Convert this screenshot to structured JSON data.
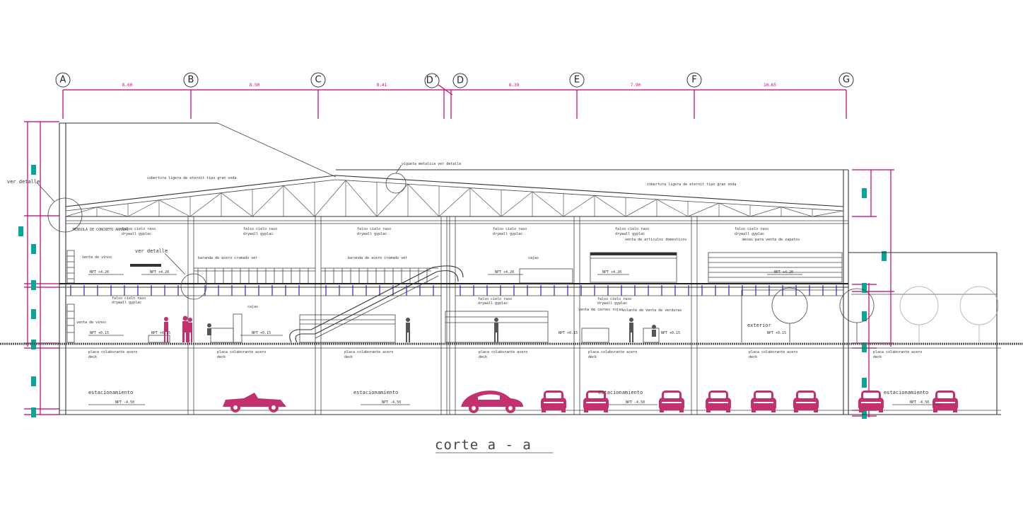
{
  "title": "corte a - a",
  "axes": [
    {
      "id": "A",
      "dim_after": "8.60"
    },
    {
      "id": "B",
      "dim_after": "8.50"
    },
    {
      "id": "C",
      "dim_after": "8.41"
    },
    {
      "id": "D´",
      "dim_after": ""
    },
    {
      "id": "D",
      "dim_after": "8.39"
    },
    {
      "id": "E",
      "dim_after": "7.90"
    },
    {
      "id": "F",
      "dim_after": "10.65"
    },
    {
      "id": "G",
      "dim_after": ""
    }
  ],
  "labels": {
    "ver_detalle_left": "ver detalle",
    "ver_detalle_mid": "ver detalle",
    "vigueta_metalica": "vigueta metalica ver detalle",
    "cobertura_left": "cobertura ligera de eternit tipo gran onda",
    "cobertura_right": "cobertura ligera de eternit tipo gran onda",
    "ménsula": "MÉNSULA DE CONCRETO ARMADO",
    "falso_cielo_1": "falso cielo raso",
    "falso_cielo_2": "falso cielo raso",
    "falso_cielo_3": "falso cielo raso",
    "falso_cielo_4": "falso cielo raso",
    "falso_cielo_5": "falso cielo raso",
    "falso_cielo_6": "falso cielo raso",
    "drywall_1": "drywall gyplac",
    "drywall_2": "drywall gyplac",
    "drywall_3": "drywall gyplac",
    "drywall_4": "drywall gyplac",
    "drywall_5": "drywall gyplac",
    "drywall_6": "drywall gyplac",
    "venta_vinos_upper": "venta de vinos",
    "venta_vinos_lower": "venta de vinos",
    "baranda_1": "baranda de acero cromado ver",
    "baranda_2": "baranda de acero cromado ver",
    "cajas_upper": "cajas",
    "cajas_lower": "cajas",
    "venta_articulos": "venta de artículos domesticos",
    "mesas": "mesas para venta de zapatos",
    "falso_cielo_lower_1": "falso cielo raso",
    "falso_cielo_lower_2": "falso cielo raso",
    "falso_cielo_lower_3": "falso cielo raso",
    "drywall_lower_1": "drywall gyplac",
    "drywall_lower_2": "drywall gyplac",
    "drywall_lower_3": "drywall gyplac",
    "venta_carnes": "venta de carnes rojas",
    "venta_verduras": "volante de venta de verduras",
    "exterior": "exterior",
    "npt_1": "NPT +4.20",
    "npt_2": "NPT +4.20",
    "npt_3": "NPT +4.20",
    "npt_4": "NPT +4.20",
    "npt_5": "NPT +4.20",
    "npt_g1": "NPT +0.15",
    "npt_g2": "NPT +0.15",
    "npt_g3": "NPT +0.15",
    "npt_g4": "NPT +0.15",
    "npt_g5": "NPT +0.15",
    "npt_g6": "NPT +0.15",
    "placa_1": "placa colaborante acero",
    "placa_2": "placa colaborante acero",
    "placa_3": "placa colaborante acero",
    "placa_4": "placa colaborante acero",
    "placa_5": "placa colaborante acero",
    "placa_6": "placa colaborante acero",
    "placa_7": "placa colaborante acero",
    "deck_1": "deck",
    "deck_2": "deck",
    "deck_3": "deck",
    "deck_4": "deck",
    "deck_5": "deck",
    "deck_6": "deck",
    "deck_7": "deck",
    "estac_1": "estacionamiento",
    "estac_2": "estacionamiento",
    "estac_3": "estacionamiento",
    "estac_4": "estacionamiento",
    "npt_b1": "NPT -4.50",
    "npt_b2": "NPT -4.50",
    "npt_b3": "NPT -4.50",
    "npt_b4": "NPT -4.50"
  },
  "colors": {
    "dimension": "#c2006e",
    "dimension_text": "#d400a0",
    "marker": "#0aa59a",
    "vehicles_people": "#c2306e",
    "line": "#333333"
  },
  "icons": [
    "car-icon",
    "person-icon",
    "tree-icon",
    "escalator-icon"
  ]
}
